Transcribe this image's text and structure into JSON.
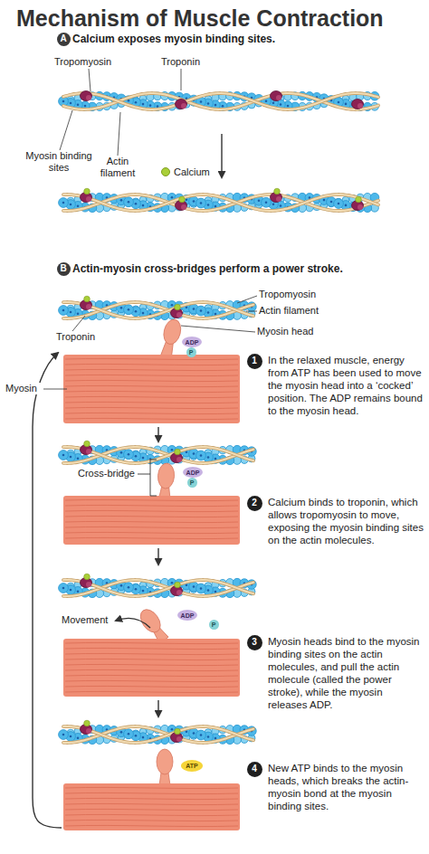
{
  "diagram": {
    "title": "Mechanism of Muscle Contraction",
    "nodes": [
      {
        "text": [
          "A"
        ]
      },
      {
        "text": [
          "B"
        ]
      },
      {
        "text": [
          "ADP"
        ]
      },
      {
        "text": [
          "P"
        ]
      },
      {
        "text": [
          "1"
        ]
      },
      {
        "text": [
          "ADP"
        ]
      },
      {
        "text": [
          "P"
        ]
      },
      {
        "text": [
          "2"
        ]
      },
      {
        "text": [
          "ADP"
        ]
      },
      {
        "text": [
          "P"
        ]
      },
      {
        "text": [
          "3"
        ]
      },
      {
        "text": [
          "ATP"
        ]
      },
      {
        "text": [
          "4"
        ]
      }
    ],
    "labels": [
      "Calcium exposes myosin binding sites.",
      "Tropomyosin",
      "Troponin",
      "Myosin binding sites",
      "Actin filament",
      "Actin-myosin cross-bridges perform a power stroke.",
      "Tropomyosin",
      "Actin filament",
      "Myosin head",
      "Troponin",
      "Myosin",
      "In the relaxed muscle, energy from ATP has been used to move the myosin head into a ‘cocked’ position. The ADP remains bound to the myosin head.",
      "Cross-bridge",
      "Calcium binds to troponin, which allows tropomyosin to move, exposing the myosin binding sites on the actin molecules.",
      "Movement",
      "Myosin heads bind to the myosin binding sites on the actin molecules, and pull the actin molecule (called the power stroke), while the myosin releases ADP.",
      "New ATP binds to the myosin heads, which breaks the actin-myosin bond at the myosin binding sites."
    ],
    "legend": [
      {
        "text": "Calcium",
        "color": "#a9cf38"
      }
    ]
  }
}
